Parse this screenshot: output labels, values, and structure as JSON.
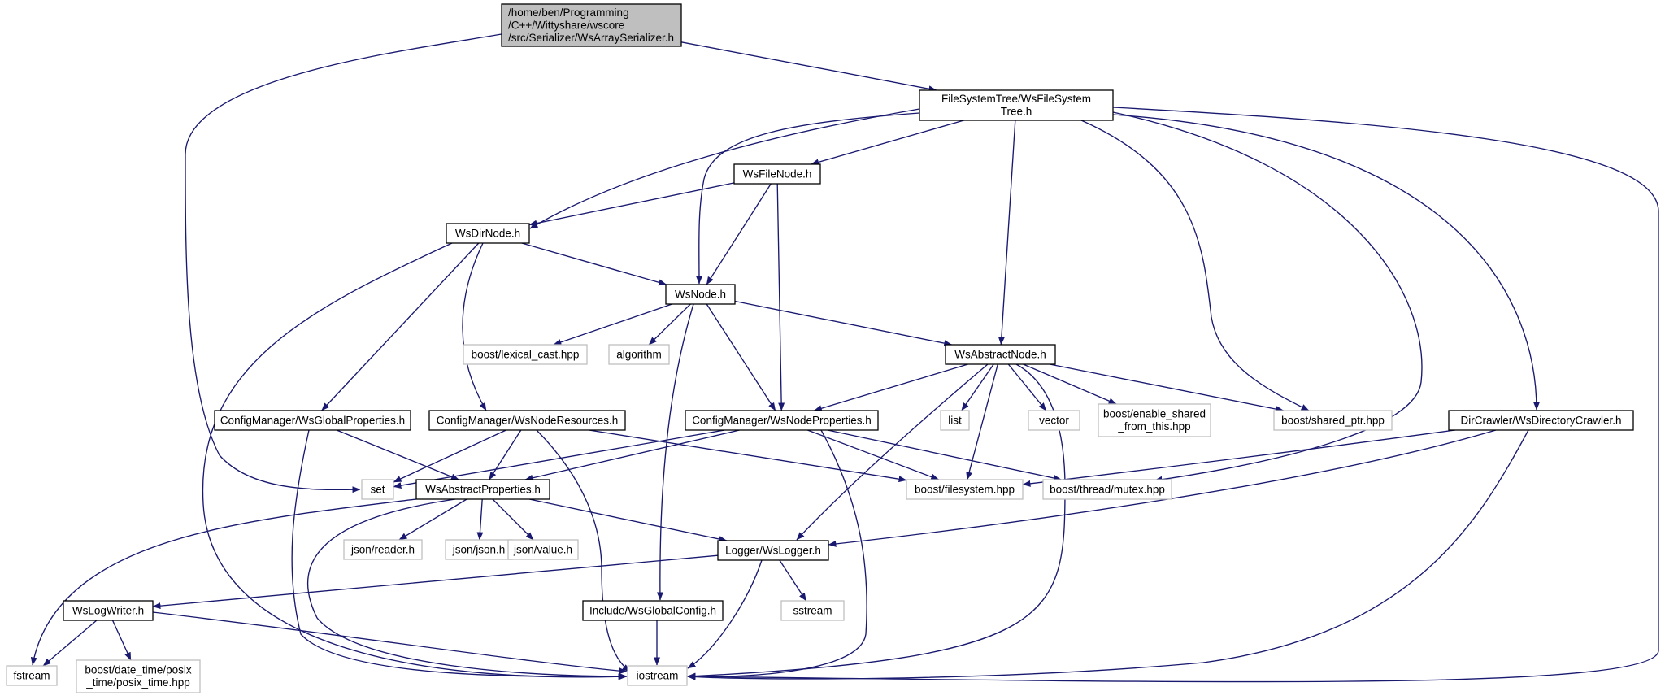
{
  "colors": {
    "edge": "#191970",
    "root_fill": "#bfbfbf",
    "node_border": "#000000",
    "ext_border": "#bfbfbf",
    "text": "#000000"
  },
  "nodes": [
    {
      "id": "root",
      "kind": "root",
      "lines": [
        "/home/ben/Programming",
        "/C++/Wittyshare/wscore",
        "/src/Serializer/WsArraySerializer.h"
      ]
    },
    {
      "id": "fst",
      "kind": "local",
      "lines": [
        "FileSystemTree/WsFileSystem",
        "Tree.h"
      ]
    },
    {
      "id": "filenode",
      "kind": "local",
      "lines": [
        "WsFileNode.h"
      ]
    },
    {
      "id": "dirnode",
      "kind": "local",
      "lines": [
        "WsDirNode.h"
      ]
    },
    {
      "id": "node",
      "kind": "local",
      "lines": [
        "WsNode.h"
      ]
    },
    {
      "id": "lexcast",
      "kind": "external",
      "lines": [
        "boost/lexical_cast.hpp"
      ]
    },
    {
      "id": "algorithm",
      "kind": "external",
      "lines": [
        "algorithm"
      ]
    },
    {
      "id": "abstractnode",
      "kind": "local",
      "lines": [
        "WsAbstractNode.h"
      ]
    },
    {
      "id": "list",
      "kind": "external",
      "lines": [
        "list"
      ]
    },
    {
      "id": "vector",
      "kind": "external",
      "lines": [
        "vector"
      ]
    },
    {
      "id": "enableshared",
      "kind": "external",
      "lines": [
        "boost/enable_shared",
        "_from_this.hpp"
      ]
    },
    {
      "id": "sharedptr",
      "kind": "external",
      "lines": [
        "boost/shared_ptr.hpp"
      ]
    },
    {
      "id": "globalprops",
      "kind": "local",
      "lines": [
        "ConfigManager/WsGlobalProperties.h"
      ]
    },
    {
      "id": "noderes",
      "kind": "local",
      "lines": [
        "ConfigManager/WsNodeResources.h"
      ]
    },
    {
      "id": "nodeprops",
      "kind": "local",
      "lines": [
        "ConfigManager/WsNodeProperties.h"
      ]
    },
    {
      "id": "dircrawler",
      "kind": "local",
      "lines": [
        "DirCrawler/WsDirectoryCrawler.h"
      ]
    },
    {
      "id": "set",
      "kind": "external",
      "lines": [
        "set"
      ]
    },
    {
      "id": "abstractprops",
      "kind": "local",
      "lines": [
        "WsAbstractProperties.h"
      ]
    },
    {
      "id": "filesystem",
      "kind": "external",
      "lines": [
        "boost/filesystem.hpp"
      ]
    },
    {
      "id": "mutex",
      "kind": "external",
      "lines": [
        "boost/thread/mutex.hpp"
      ]
    },
    {
      "id": "jsonreader",
      "kind": "external",
      "lines": [
        "json/reader.h"
      ]
    },
    {
      "id": "jsonjson",
      "kind": "external",
      "lines": [
        "json/json.h"
      ]
    },
    {
      "id": "jsonvalue",
      "kind": "external",
      "lines": [
        "json/value.h"
      ]
    },
    {
      "id": "logger",
      "kind": "local",
      "lines": [
        "Logger/WsLogger.h"
      ]
    },
    {
      "id": "logwriter",
      "kind": "local",
      "lines": [
        "WsLogWriter.h"
      ]
    },
    {
      "id": "globalconfig",
      "kind": "local",
      "lines": [
        "Include/WsGlobalConfig.h"
      ]
    },
    {
      "id": "sstream",
      "kind": "external",
      "lines": [
        "sstream"
      ]
    },
    {
      "id": "fstream",
      "kind": "external",
      "lines": [
        "fstream"
      ]
    },
    {
      "id": "posixtime",
      "kind": "external",
      "lines": [
        "boost/date_time/posix",
        "_time/posix_time.hpp"
      ]
    },
    {
      "id": "iostream",
      "kind": "external",
      "lines": [
        "iostream"
      ]
    }
  ],
  "edges": [
    {
      "from": "root",
      "to": "fst"
    },
    {
      "from": "root",
      "to": "set"
    },
    {
      "from": "fst",
      "to": "filenode"
    },
    {
      "from": "fst",
      "to": "dirnode"
    },
    {
      "from": "fst",
      "to": "node"
    },
    {
      "from": "fst",
      "to": "abstractnode"
    },
    {
      "from": "fst",
      "to": "sharedptr"
    },
    {
      "from": "fst",
      "to": "mutex"
    },
    {
      "from": "fst",
      "to": "dircrawler"
    },
    {
      "from": "fst",
      "to": "iostream"
    },
    {
      "from": "filenode",
      "to": "dirnode"
    },
    {
      "from": "filenode",
      "to": "node"
    },
    {
      "from": "filenode",
      "to": "nodeprops"
    },
    {
      "from": "dirnode",
      "to": "node"
    },
    {
      "from": "dirnode",
      "to": "globalprops"
    },
    {
      "from": "dirnode",
      "to": "noderes"
    },
    {
      "from": "dirnode",
      "to": "iostream"
    },
    {
      "from": "node",
      "to": "lexcast"
    },
    {
      "from": "node",
      "to": "algorithm"
    },
    {
      "from": "node",
      "to": "abstractnode"
    },
    {
      "from": "node",
      "to": "nodeprops"
    },
    {
      "from": "node",
      "to": "globalconfig"
    },
    {
      "from": "abstractnode",
      "to": "list"
    },
    {
      "from": "abstractnode",
      "to": "vector"
    },
    {
      "from": "abstractnode",
      "to": "enableshared"
    },
    {
      "from": "abstractnode",
      "to": "sharedptr"
    },
    {
      "from": "abstractnode",
      "to": "filesystem"
    },
    {
      "from": "abstractnode",
      "to": "nodeprops"
    },
    {
      "from": "abstractnode",
      "to": "logger"
    },
    {
      "from": "abstractnode",
      "to": "iostream"
    },
    {
      "from": "globalprops",
      "to": "abstractprops"
    },
    {
      "from": "globalprops",
      "to": "iostream"
    },
    {
      "from": "noderes",
      "to": "set"
    },
    {
      "from": "noderes",
      "to": "abstractprops"
    },
    {
      "from": "noderes",
      "to": "filesystem"
    },
    {
      "from": "noderes",
      "to": "iostream"
    },
    {
      "from": "nodeprops",
      "to": "set"
    },
    {
      "from": "nodeprops",
      "to": "abstractprops"
    },
    {
      "from": "nodeprops",
      "to": "filesystem"
    },
    {
      "from": "nodeprops",
      "to": "mutex"
    },
    {
      "from": "nodeprops",
      "to": "iostream"
    },
    {
      "from": "dircrawler",
      "to": "filesystem"
    },
    {
      "from": "dircrawler",
      "to": "logger"
    },
    {
      "from": "dircrawler",
      "to": "iostream"
    },
    {
      "from": "abstractprops",
      "to": "jsonreader"
    },
    {
      "from": "abstractprops",
      "to": "jsonjson"
    },
    {
      "from": "abstractprops",
      "to": "jsonvalue"
    },
    {
      "from": "abstractprops",
      "to": "logger"
    },
    {
      "from": "abstractprops",
      "to": "fstream"
    },
    {
      "from": "abstractprops",
      "to": "iostream"
    },
    {
      "from": "logger",
      "to": "logwriter"
    },
    {
      "from": "logger",
      "to": "sstream"
    },
    {
      "from": "logger",
      "to": "iostream"
    },
    {
      "from": "logwriter",
      "to": "fstream"
    },
    {
      "from": "logwriter",
      "to": "posixtime"
    },
    {
      "from": "logwriter",
      "to": "iostream"
    },
    {
      "from": "globalconfig",
      "to": "iostream"
    }
  ]
}
